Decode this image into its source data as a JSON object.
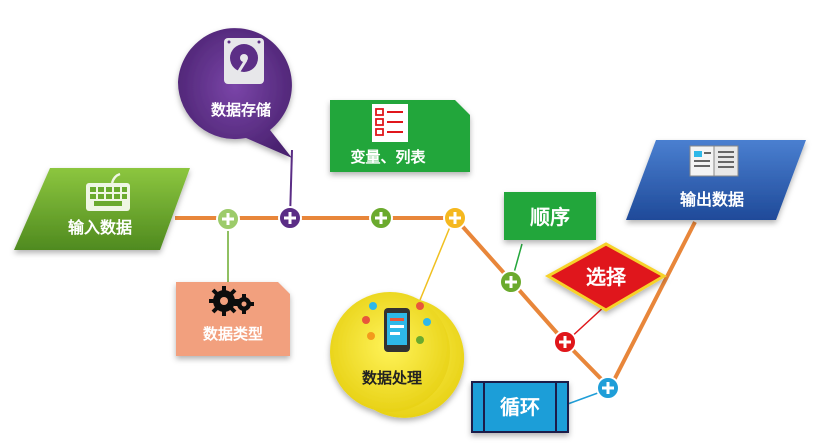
{
  "nodes": {
    "input": "输入数据",
    "storage": "数据存储",
    "variables": "变量、列表",
    "types": "数据类型",
    "processing": "数据处理",
    "sequence": "顺序",
    "selection": "选择",
    "loop": "循环",
    "output": "输出数据"
  },
  "colors": {
    "line": "#E8863A",
    "input_green": "#6BAA2E",
    "storage_purple": "#5B2D86",
    "variables_green": "#23A63B",
    "types_salmon": "#F2A07E",
    "processing_yellow": "#F4E01E",
    "sequence_green": "#23A63B",
    "selection_red": "#E0161A",
    "loop_blue": "#1F9ED8",
    "output_blue": "#2E5FB0"
  }
}
